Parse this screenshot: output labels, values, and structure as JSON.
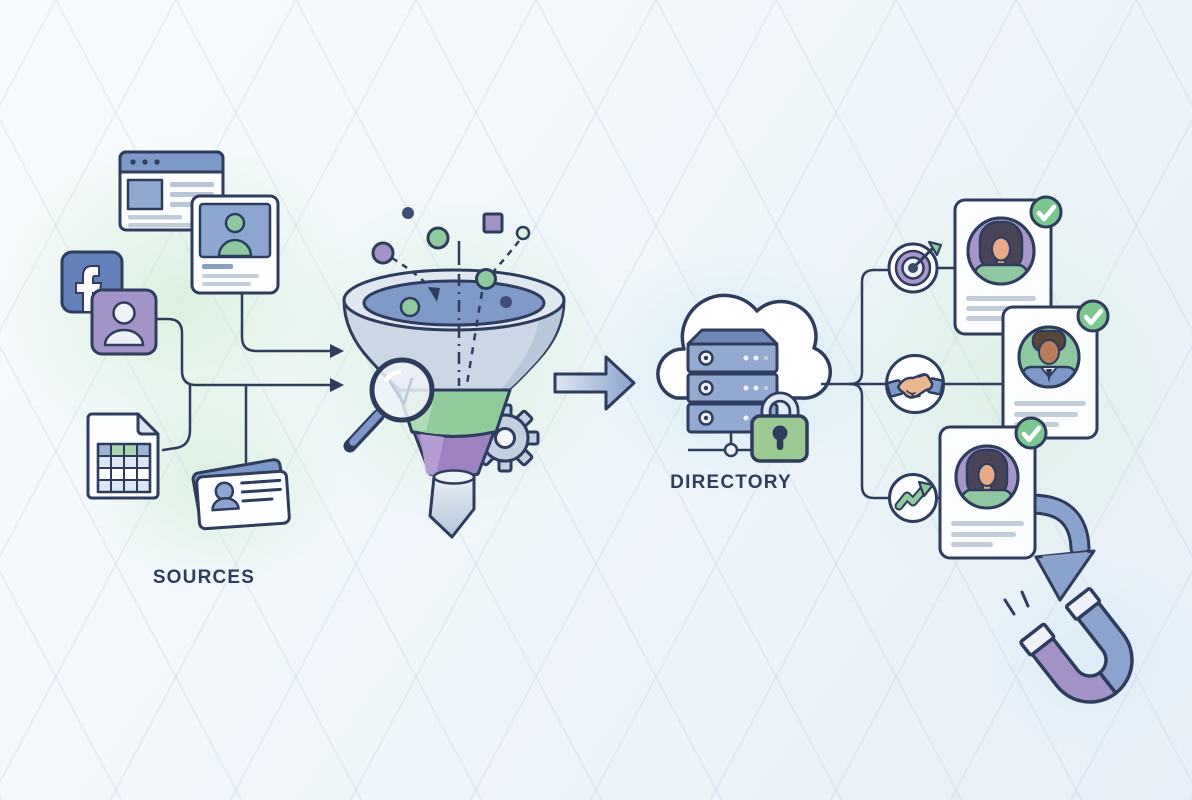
{
  "page": {
    "type": "illustration",
    "description": "data sources funneled into a secure directory producing verified profiles"
  },
  "labels": {
    "sources": "SOURCES",
    "directory": "DIRECTORY"
  },
  "colors": {
    "outline": "#2e3c5e",
    "blue": "#7d99c7",
    "blue_light": "#b9c9de",
    "green": "#8fca9d",
    "purple": "#a394c8",
    "water_blue": "#7e9ac6",
    "lock_green": "#9bcb93",
    "badge_green": "#7cc690",
    "card_white": "#fbfdff",
    "placeholder_line": "#c3cdda",
    "label_text": "#2f3d5c",
    "magnet_blue": "#8ba4cd",
    "magnet_purple": "#a392c6"
  },
  "flow": {
    "stages": [
      {
        "id": "sources",
        "label": "SOURCES",
        "icons": [
          "browser-window-icon",
          "profile-card-icon",
          "facebook-icon",
          "user-tile-icon",
          "spreadsheet-icon",
          "id-cards-icon"
        ]
      },
      {
        "id": "filtering",
        "icons": [
          "funnel-icon",
          "magnifier-icon",
          "gear-icon",
          "data-dots"
        ]
      },
      {
        "id": "directory",
        "label": "DIRECTORY",
        "icons": [
          "cloud-icon",
          "server-icon",
          "padlock-icon"
        ]
      },
      {
        "id": "matching",
        "icons": [
          "target-icon",
          "handshake-icon",
          "growth-chart-icon"
        ]
      },
      {
        "id": "results",
        "icons": [
          "verified-profile-card-1",
          "verified-profile-card-2",
          "verified-profile-card-3",
          "check-badge-icon",
          "curved-arrow-icon",
          "magnet-icon"
        ]
      }
    ]
  }
}
